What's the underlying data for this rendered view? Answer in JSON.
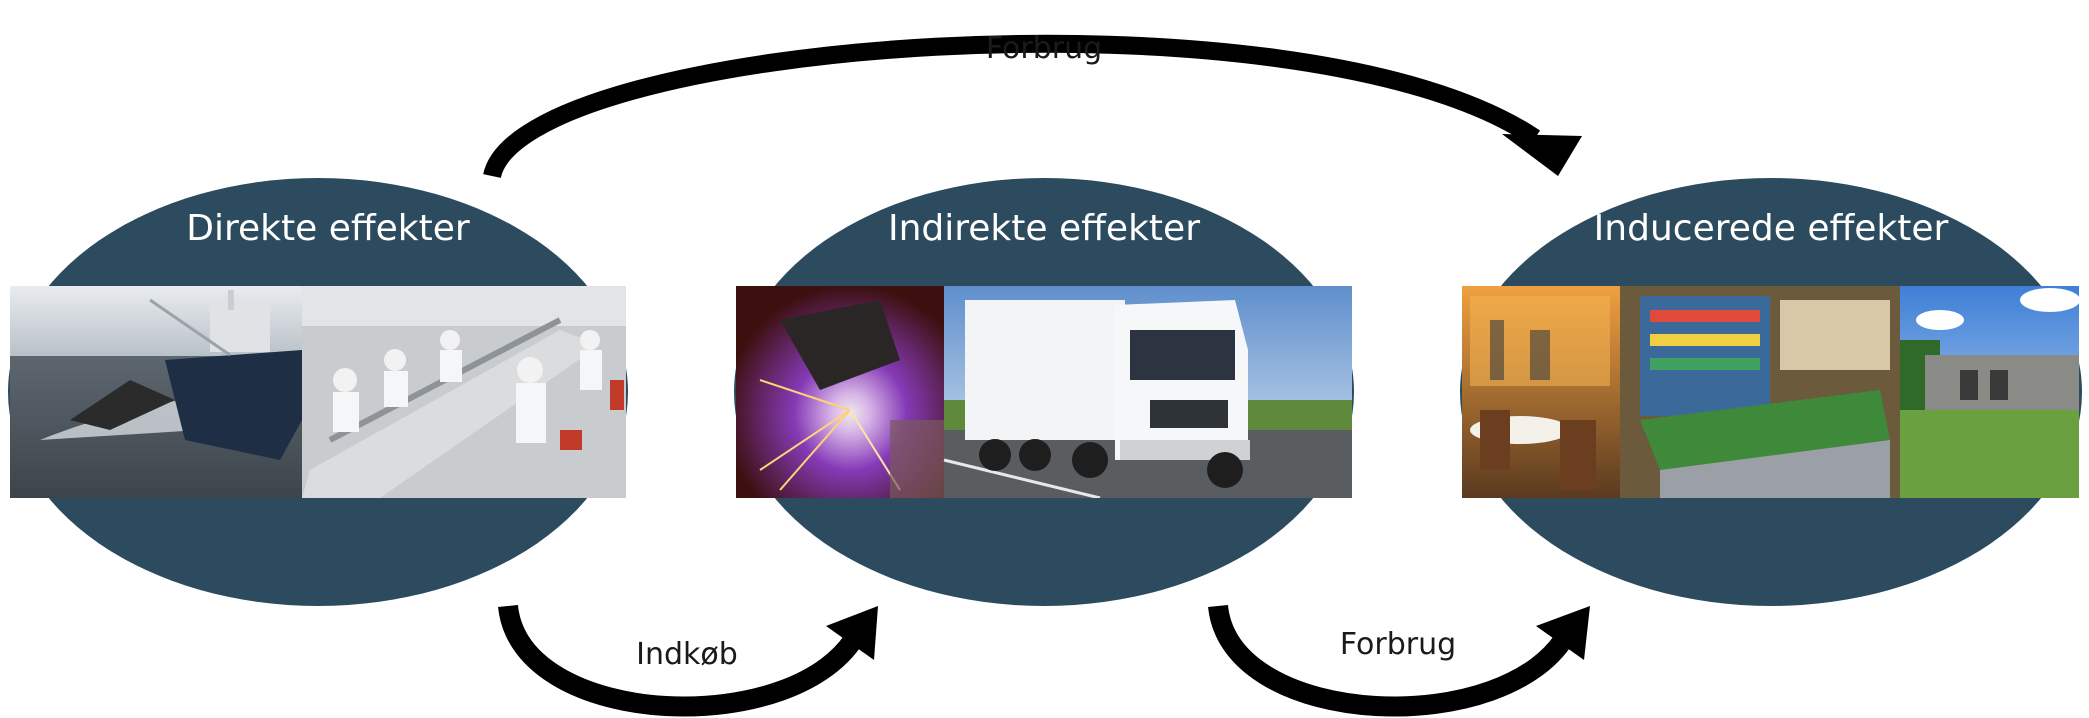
{
  "colors": {
    "ellipse_fill": "#2c4b5f",
    "arrow": "#000000",
    "title_text": "#ffffff",
    "label_text": "#1a1a1a"
  },
  "nodes": [
    {
      "title": "Direkte effekter",
      "photos": [
        {
          "subject": "fishing-vessel-at-sea"
        },
        {
          "subject": "fish-processing-workers"
        }
      ]
    },
    {
      "title": "Indirekte effekter",
      "photos": [
        {
          "subject": "welder-sparks"
        },
        {
          "subject": "white-truck-on-road"
        }
      ]
    },
    {
      "title": "Inducerede effekter",
      "photos": [
        {
          "subject": "restaurant-interior"
        },
        {
          "subject": "grocery-counter"
        },
        {
          "subject": "modern-house"
        }
      ]
    }
  ],
  "arrows": [
    {
      "label": "Forbrug",
      "from": "Direkte effekter",
      "to": "Inducerede effekter"
    },
    {
      "label": "Indkøb",
      "from": "Direkte effekter",
      "to": "Indirekte effekter"
    },
    {
      "label": "Forbrug",
      "from": "Indirekte effekter",
      "to": "Inducerede effekter"
    }
  ]
}
